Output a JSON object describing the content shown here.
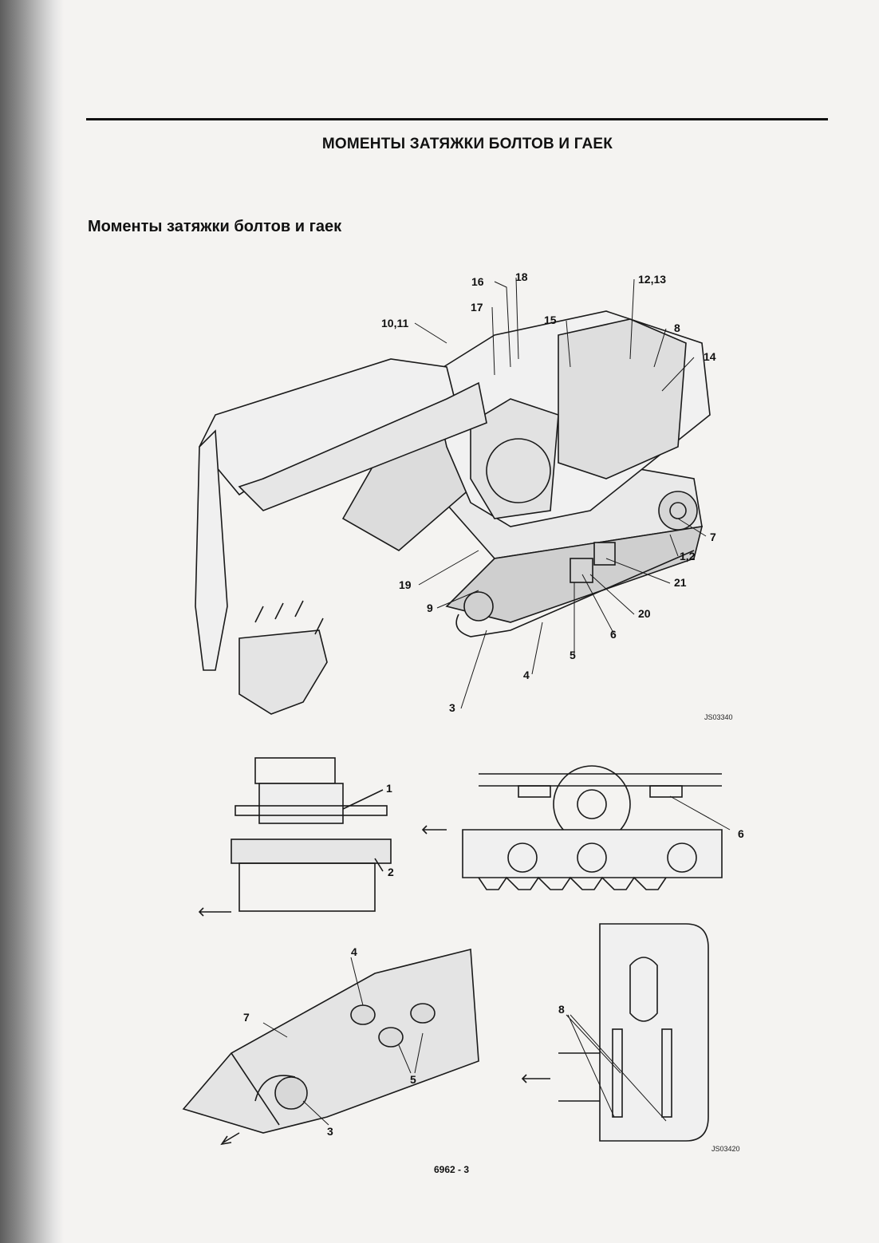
{
  "page": {
    "title": "МОМЕНТЫ ЗАТЯЖКИ БОЛТОВ И ГАЕК",
    "subtitle": "Моменты затяжки болтов и гаек",
    "page_number": "6962 - 3"
  },
  "main_figure": {
    "code": "JS03340",
    "callouts": [
      "16",
      "18",
      "12,13",
      "17",
      "15",
      "8",
      "10,11",
      "14",
      "7",
      "1,2",
      "19",
      "21",
      "9",
      "20",
      "6",
      "5",
      "4",
      "3"
    ]
  },
  "detail_figures": {
    "code": "JS03420",
    "drive_callouts": [
      "1",
      "2"
    ],
    "roller_callouts": [
      "6"
    ],
    "track_callouts": [
      "4",
      "7",
      "5",
      "3"
    ],
    "tank_callouts": [
      "8"
    ]
  }
}
